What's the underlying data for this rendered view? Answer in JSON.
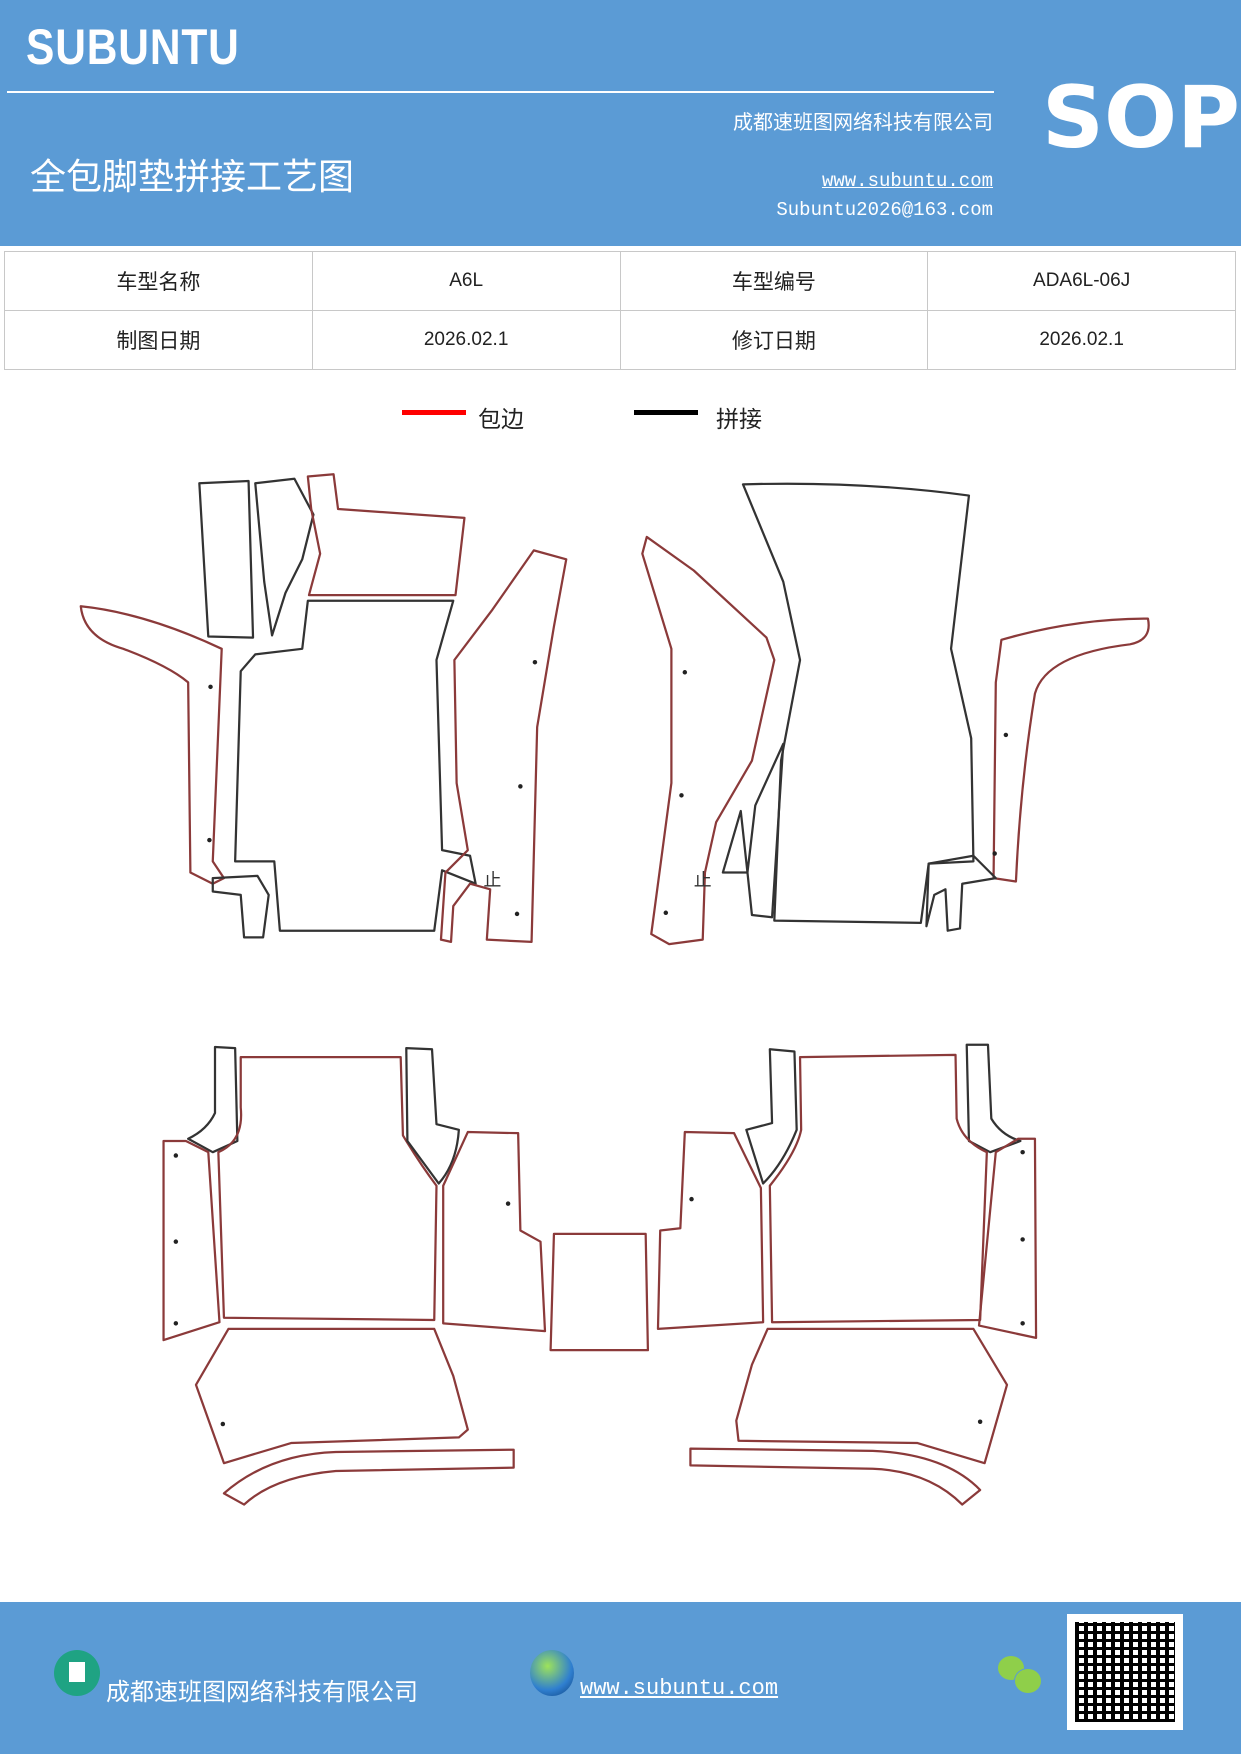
{
  "header": {
    "brand": "SUBUNTU",
    "company": "成都速班图网络科技有限公司",
    "badge": "SOP",
    "title": "全包脚垫拼接工艺图",
    "website": "www.subuntu.com",
    "email": "Subuntu2026@163.com"
  },
  "info_table": {
    "rows": [
      [
        {
          "label": "车型名称"
        },
        {
          "value": "A6L"
        },
        {
          "label": "车型编号"
        },
        {
          "value": "ADA6L-06J"
        }
      ],
      [
        {
          "label": "制图日期"
        },
        {
          "value": "2026.02.1"
        },
        {
          "label": "修订日期"
        },
        {
          "value": "2026.02.1"
        }
      ]
    ]
  },
  "legend": {
    "items": [
      {
        "label": "包边",
        "color": "#ff0000"
      },
      {
        "label": "拼接",
        "color": "#000000"
      }
    ]
  },
  "diagram": {
    "stop_marks": [
      "止",
      "止"
    ],
    "edge_color": "#8b3a3a",
    "seam_color": "#222222"
  },
  "footer": {
    "company": "成都速班图网络科技有限公司",
    "website": "www.subuntu.com",
    "icons": [
      "building-icon",
      "globe-icon",
      "wechat-icon",
      "qr-code"
    ]
  }
}
